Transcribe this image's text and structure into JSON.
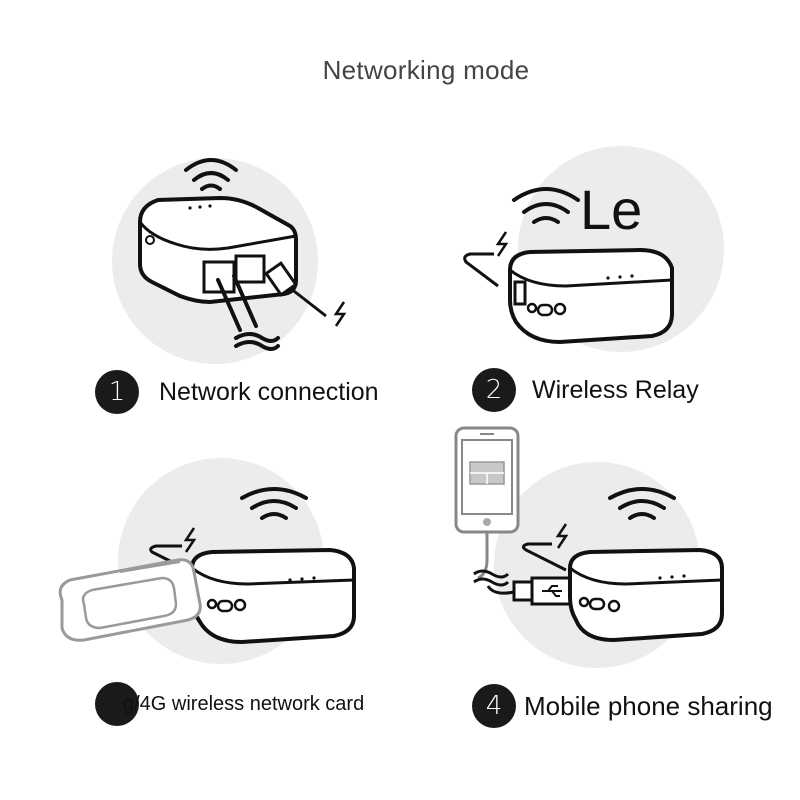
{
  "title": "Networking mode",
  "modes": [
    {
      "number": "1",
      "label": "Network connection"
    },
    {
      "number": "2",
      "label": "Wireless Relay"
    },
    {
      "number": "",
      "label": "g/4G wireless network card"
    },
    {
      "number": "4",
      "label": "Mobile phone sharing"
    }
  ],
  "overlay_text": "Le",
  "colors": {
    "badge": "#1a1a1a",
    "circle_bg": "#ececec",
    "ink": "#111111",
    "usb_stick": "#9a9a9a"
  },
  "icons": [
    "wifi-icon",
    "router-icon",
    "ethernet-cable-icon",
    "power-bolt-icon",
    "usb-modem-icon",
    "smartphone-icon",
    "usb-plug-icon"
  ]
}
